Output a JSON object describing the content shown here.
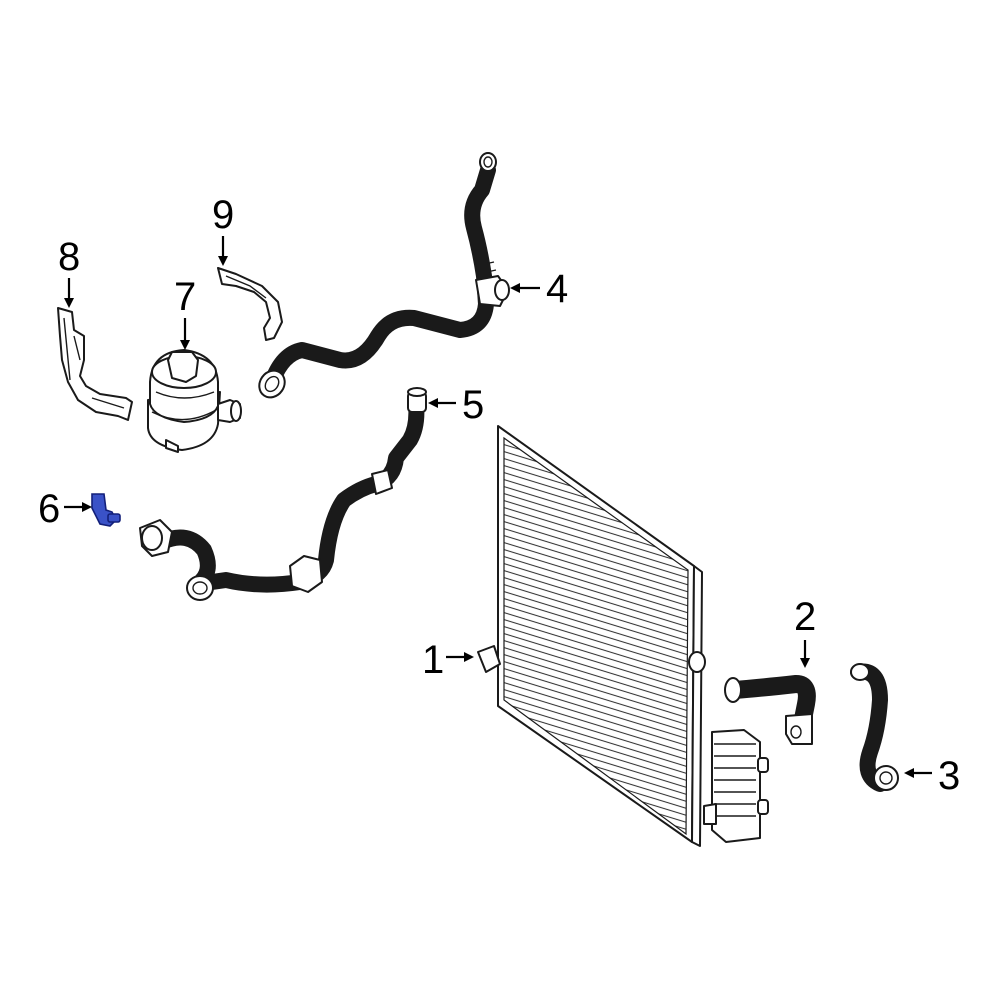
{
  "diagram": {
    "callouts": [
      {
        "id": "1",
        "label": "1"
      },
      {
        "id": "2",
        "label": "2"
      },
      {
        "id": "3",
        "label": "3"
      },
      {
        "id": "4",
        "label": "4"
      },
      {
        "id": "5",
        "label": "5"
      },
      {
        "id": "6",
        "label": "6"
      },
      {
        "id": "7",
        "label": "7"
      },
      {
        "id": "8",
        "label": "8"
      },
      {
        "id": "9",
        "label": "9"
      }
    ],
    "highlight_color": "#3a52c7",
    "highlighted_part": "6"
  }
}
